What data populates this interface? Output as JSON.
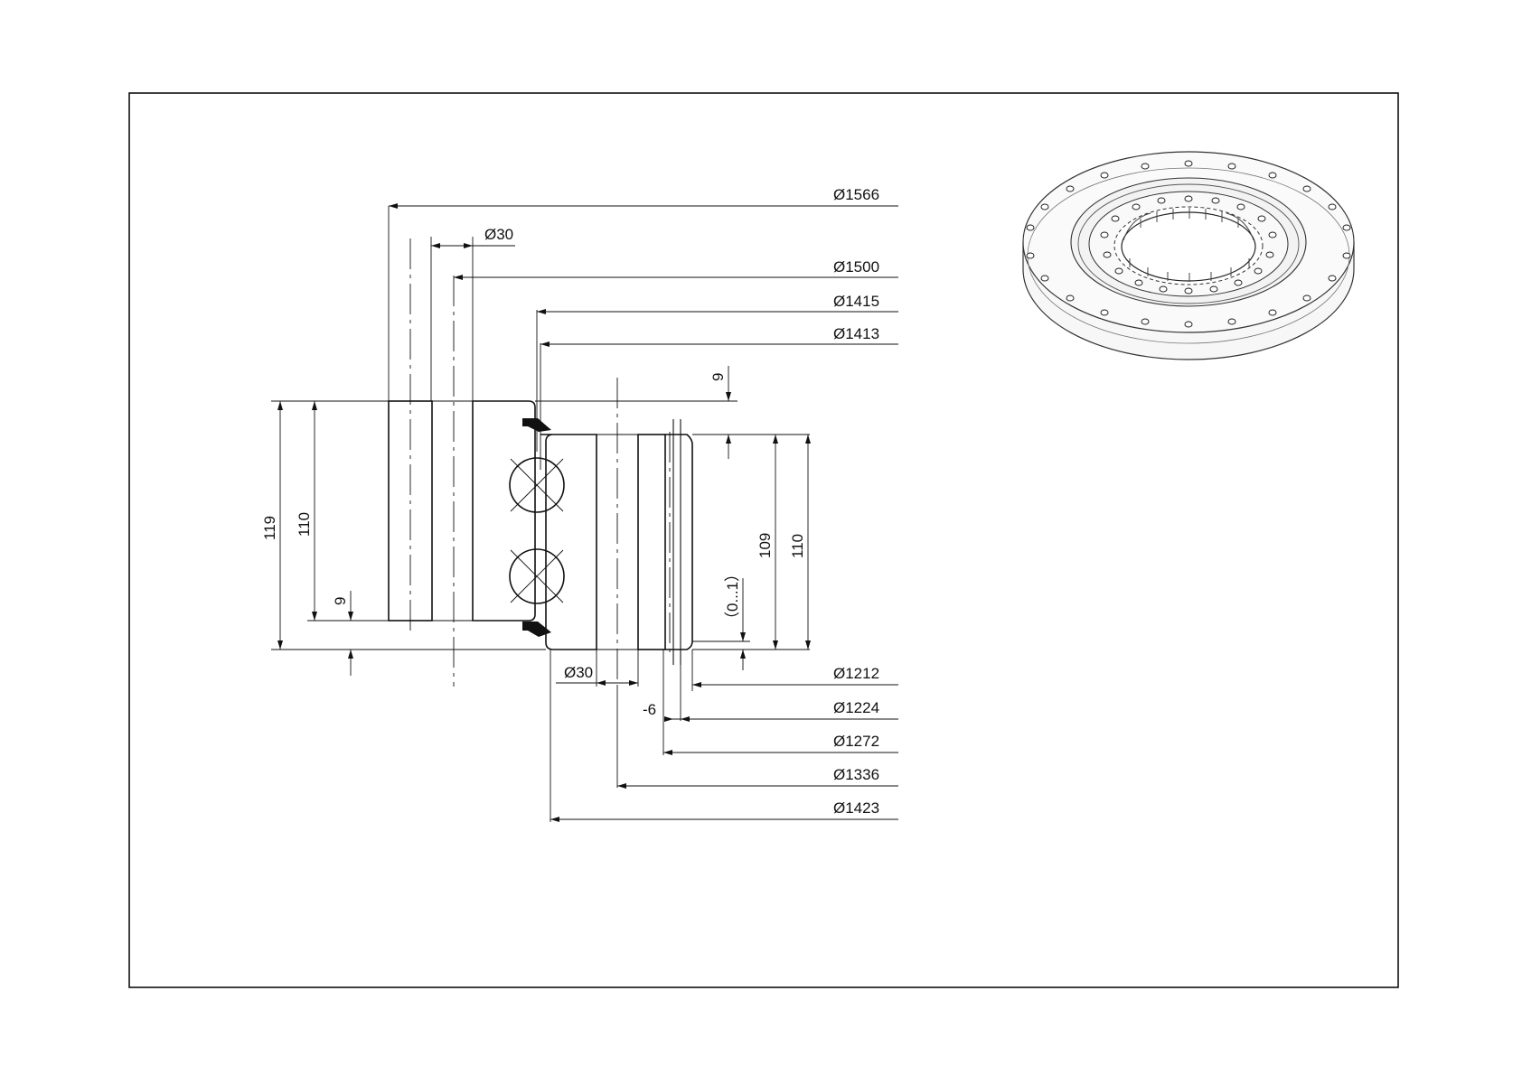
{
  "drawing": {
    "dimensions_right_top": [
      "Ø1566",
      "Ø1500",
      "Ø1415",
      "Ø1413"
    ],
    "dimensions_right_bottom": [
      "Ø1212",
      "Ø1224",
      "Ø1272",
      "Ø1336",
      "Ø1423"
    ],
    "hole_top": "Ø30",
    "hole_bottom": "Ø30",
    "height_119": "119",
    "height_110_left": "110",
    "offset_9_left": "9",
    "offset_9_top": "9",
    "height_109": "109",
    "height_110_right": "110",
    "gap_range": "（0...1）",
    "offset_neg6": "-6"
  },
  "preview": {
    "icon": "slewing-bearing-internal-gear-render"
  }
}
